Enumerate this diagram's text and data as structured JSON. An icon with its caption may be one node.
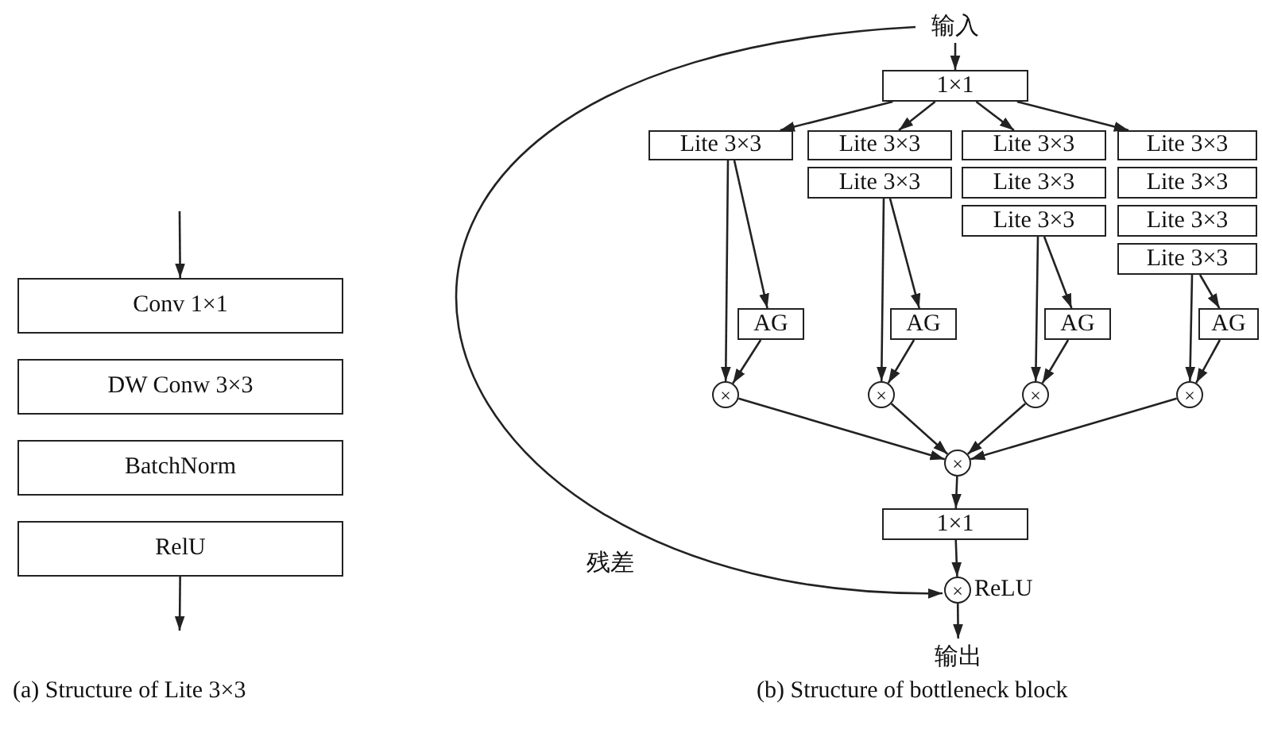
{
  "diagram": {
    "nodes": [
      {
        "text": [
          "Conv 1×1"
        ]
      },
      {
        "text": [
          "DW Conw 3×3"
        ]
      },
      {
        "text": [
          "BatchNorm"
        ]
      },
      {
        "text": [
          "RelU"
        ]
      },
      {
        "text": [
          "输入"
        ]
      },
      {
        "text": [
          "1×1"
        ]
      },
      {
        "text": [
          "Lite 3×3"
        ]
      },
      {
        "text": [
          "Lite 3×3"
        ]
      },
      {
        "text": [
          "Lite 3×3"
        ]
      },
      {
        "text": [
          "Lite 3×3"
        ]
      },
      {
        "text": [
          "Lite 3×3"
        ]
      },
      {
        "text": [
          "Lite 3×3"
        ]
      },
      {
        "text": [
          "Lite 3×3"
        ]
      },
      {
        "text": [
          "Lite 3×3"
        ]
      },
      {
        "text": [
          "Lite 3×3"
        ]
      },
      {
        "text": [
          "Lite 3×3"
        ]
      },
      {
        "text": [
          "AG"
        ]
      },
      {
        "text": [
          "AG"
        ]
      },
      {
        "text": [
          "AG"
        ]
      },
      {
        "text": [
          "AG"
        ]
      },
      {
        "text": [
          "×"
        ]
      },
      {
        "text": [
          "×"
        ]
      },
      {
        "text": [
          "×"
        ]
      },
      {
        "text": [
          "×"
        ]
      },
      {
        "text": [
          "×"
        ]
      },
      {
        "text": [
          "1×1"
        ]
      },
      {
        "text": [
          "×"
        ],
        "beside": [
          "ReLU"
        ]
      },
      {
        "text": [
          "输出"
        ]
      }
    ],
    "edges": [
      {
        "from": null,
        "to": 0,
        "arrow": "to"
      },
      {
        "from": 3,
        "to": null,
        "arrow": "to"
      },
      {
        "from": 4,
        "to": 5,
        "arrow": "to"
      },
      {
        "from": 5,
        "to": 6,
        "arrow": "to"
      },
      {
        "from": 5,
        "to": 7,
        "arrow": "to"
      },
      {
        "from": 5,
        "to": 9,
        "arrow": "to"
      },
      {
        "from": 5,
        "to": 12,
        "arrow": "to"
      },
      {
        "from": 6,
        "to": 20,
        "arrow": "to"
      },
      {
        "from": 6,
        "to": 16,
        "arrow": "to"
      },
      {
        "from": 8,
        "to": 21,
        "arrow": "to"
      },
      {
        "from": 8,
        "to": 17,
        "arrow": "to"
      },
      {
        "from": 11,
        "to": 22,
        "arrow": "to"
      },
      {
        "from": 11,
        "to": 18,
        "arrow": "to"
      },
      {
        "from": 15,
        "to": 23,
        "arrow": "to"
      },
      {
        "from": 15,
        "to": 19,
        "arrow": "to"
      },
      {
        "from": 16,
        "to": 20,
        "arrow": "to"
      },
      {
        "from": 17,
        "to": 21,
        "arrow": "to"
      },
      {
        "from": 18,
        "to": 22,
        "arrow": "to"
      },
      {
        "from": 19,
        "to": 23,
        "arrow": "to"
      },
      {
        "from": 20,
        "to": 24,
        "arrow": "to"
      },
      {
        "from": 21,
        "to": 24,
        "arrow": "to"
      },
      {
        "from": 22,
        "to": 24,
        "arrow": "to"
      },
      {
        "from": 23,
        "to": 24,
        "arrow": "to"
      },
      {
        "from": 24,
        "to": 25,
        "arrow": "to"
      },
      {
        "from": 25,
        "to": 26,
        "arrow": "to"
      },
      {
        "from": 26,
        "to": 27,
        "arrow": "to"
      },
      {
        "from": 4,
        "to": 26,
        "arrow": "to",
        "label": "残差"
      }
    ],
    "labels": [
      "(a) Structure of Lite 3×3",
      "(b) Structure of bottleneck block"
    ]
  }
}
